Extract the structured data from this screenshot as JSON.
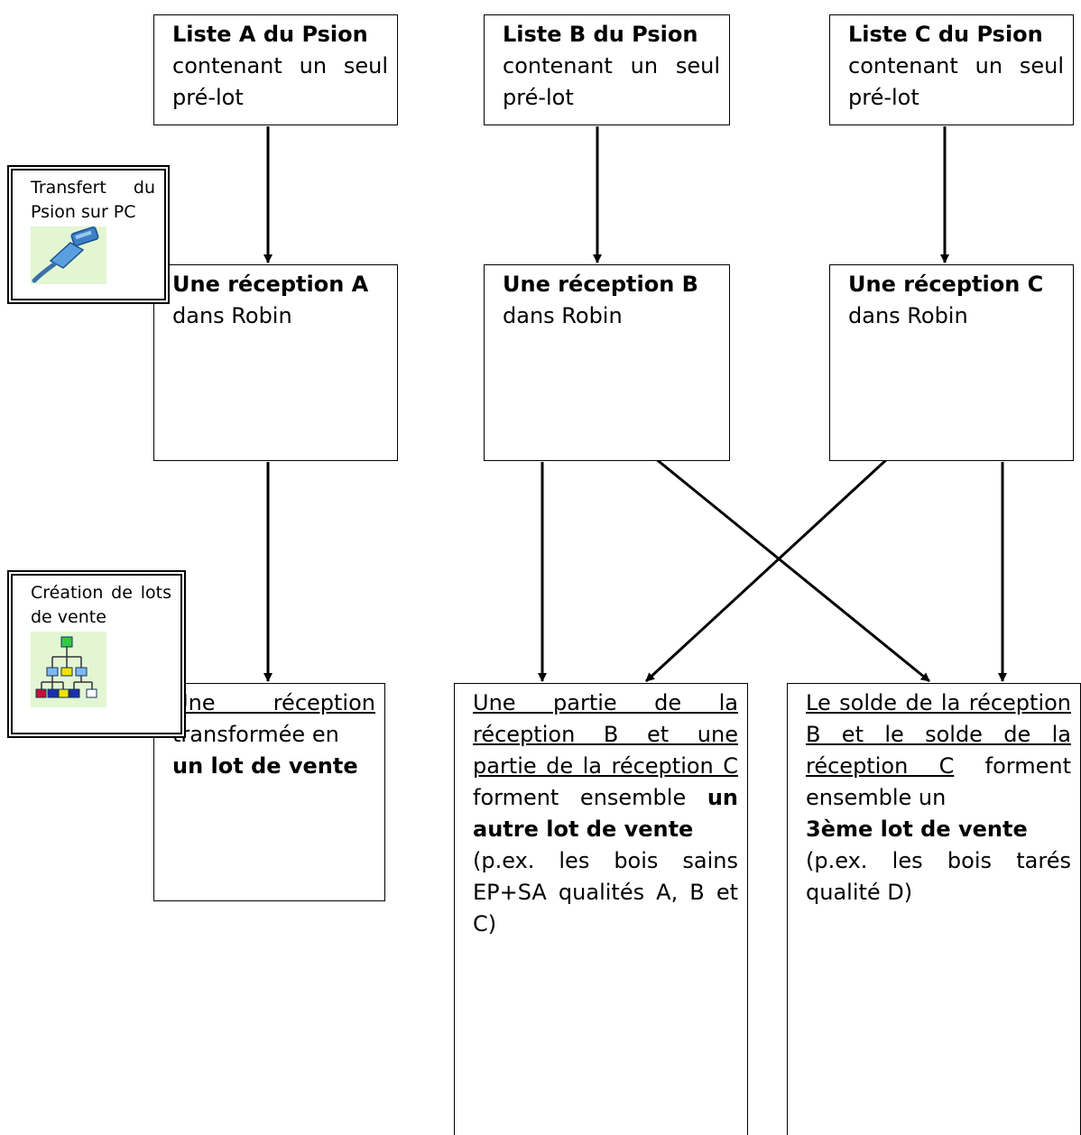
{
  "boxes": {
    "liste_a": {
      "title": "Liste A du Psion",
      "text": "contenant un seul pré-lot"
    },
    "liste_b": {
      "title": "Liste B du Psion",
      "text": "contenant un seul pré-lot"
    },
    "liste_c": {
      "title": "Liste C du Psion",
      "text": "contenant un seul pré-lot"
    },
    "reception_a": {
      "title": "Une réception A",
      "text": "dans Robin"
    },
    "reception_b": {
      "title": "Une réception B",
      "text": "dans Robin"
    },
    "reception_c": {
      "title": "Une réception C",
      "text": "dans Robin"
    },
    "lot_1": {
      "underlined": "Une réception",
      "text": "transformée en",
      "bold": "un lot de vente"
    },
    "lot_2": {
      "underlined": "Une partie de la réception B et une partie de la réception C",
      "text": "forment ensemble",
      "bold": "un autre lot de vente",
      "note": "(p.ex. les bois sains EP+SA qualités A, B et C)"
    },
    "lot_3": {
      "underlined": "Le solde de la réception B et le solde de la réception C",
      "text": "forment ensemble un",
      "bold": "3ème lot de vente",
      "note": "(p.ex. les bois tarés qualité D)"
    }
  },
  "side_labels": {
    "transfert": {
      "label": "Transfert du Psion sur PC",
      "icon": "usb-cable-icon"
    },
    "creation": {
      "label": "Création de lots de vente",
      "icon": "hierarchy-tree-icon"
    }
  },
  "colors": {
    "icon_bg": "#e3f6d4",
    "line": "#000000"
  }
}
